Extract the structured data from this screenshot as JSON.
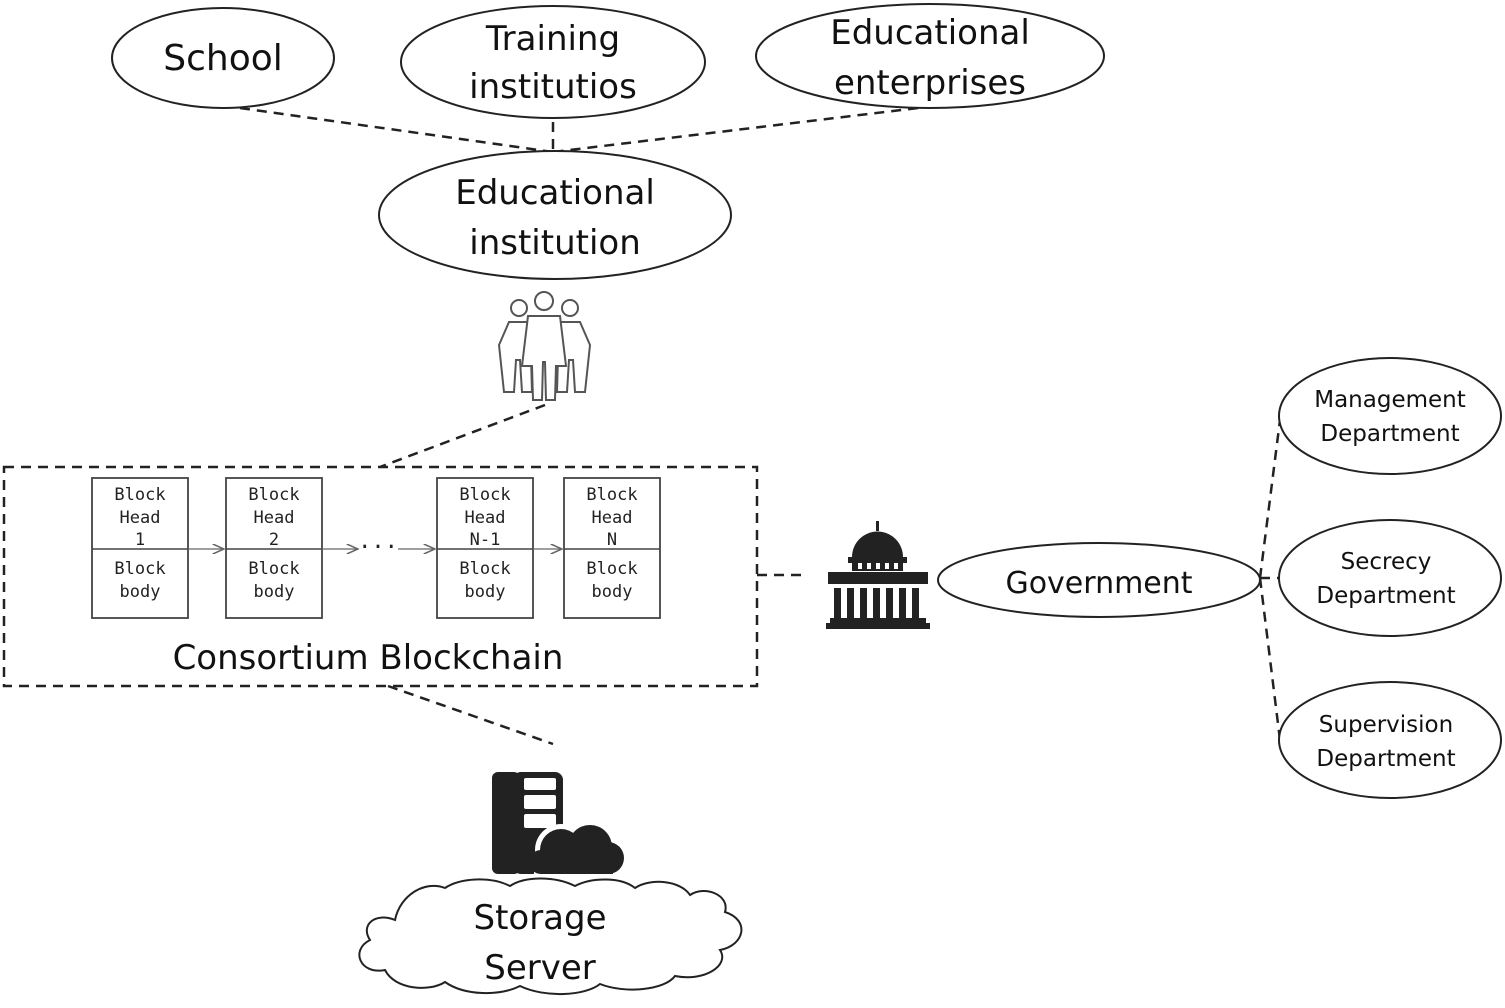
{
  "nodes": {
    "school": [
      "School"
    ],
    "training": [
      "Training",
      "institutios"
    ],
    "enterprises": [
      "Educational",
      "enterprises"
    ],
    "institution": [
      "Educational",
      "institution"
    ],
    "government": [
      "Government"
    ],
    "management": [
      "Management",
      "Department"
    ],
    "secrecy": [
      "Secrecy",
      "Department"
    ],
    "supervision": [
      "Supervision",
      "Department"
    ],
    "storage": [
      "Storage",
      "Server"
    ]
  },
  "blockchain": {
    "title": "Consortium Blockchain",
    "ellipsis": "···",
    "blocks": [
      {
        "head": [
          "Block",
          "Head",
          "1"
        ],
        "body": [
          "Block",
          "body"
        ]
      },
      {
        "head": [
          "Block",
          "Head",
          "2"
        ],
        "body": [
          "Block",
          "body"
        ]
      },
      {
        "head": [
          "Block",
          "Head",
          "N-1"
        ],
        "body": [
          "Block",
          "body"
        ]
      },
      {
        "head": [
          "Block",
          "Head",
          "N"
        ],
        "body": [
          "Block",
          "body"
        ]
      }
    ]
  },
  "icons": {
    "users": "users-group-icon",
    "government": "government-building-icon",
    "server": "cloud-server-icon"
  }
}
